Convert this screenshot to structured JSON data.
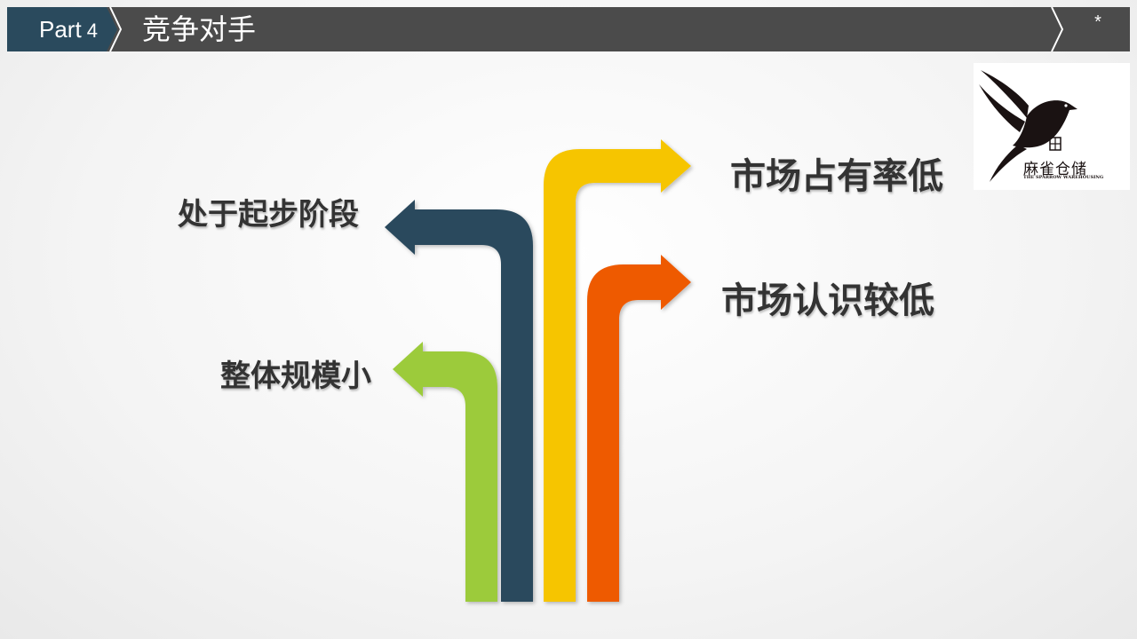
{
  "header": {
    "part_label": "Part",
    "part_number": "4",
    "title": "竞争对手",
    "corner_mark": "*"
  },
  "logo": {
    "icon": "sparrow-bird-icon",
    "name_cn": "麻雀仓储",
    "name_en": "THE SPARROW WAREHOUSING"
  },
  "items": [
    {
      "label": "处于起步阶段",
      "color": "#2a4a5d",
      "direction": "left"
    },
    {
      "label": "整体规模小",
      "color": "#9ccb3b",
      "direction": "left"
    },
    {
      "label": "市场占有率低",
      "color": "#f6c500",
      "direction": "right"
    },
    {
      "label": "市场认识较低",
      "color": "#ee5a00",
      "direction": "right"
    }
  ],
  "colors": {
    "header_bar": "#4b4b4b",
    "part_badge": "#2a4a5d",
    "text_dark": "#333333"
  }
}
